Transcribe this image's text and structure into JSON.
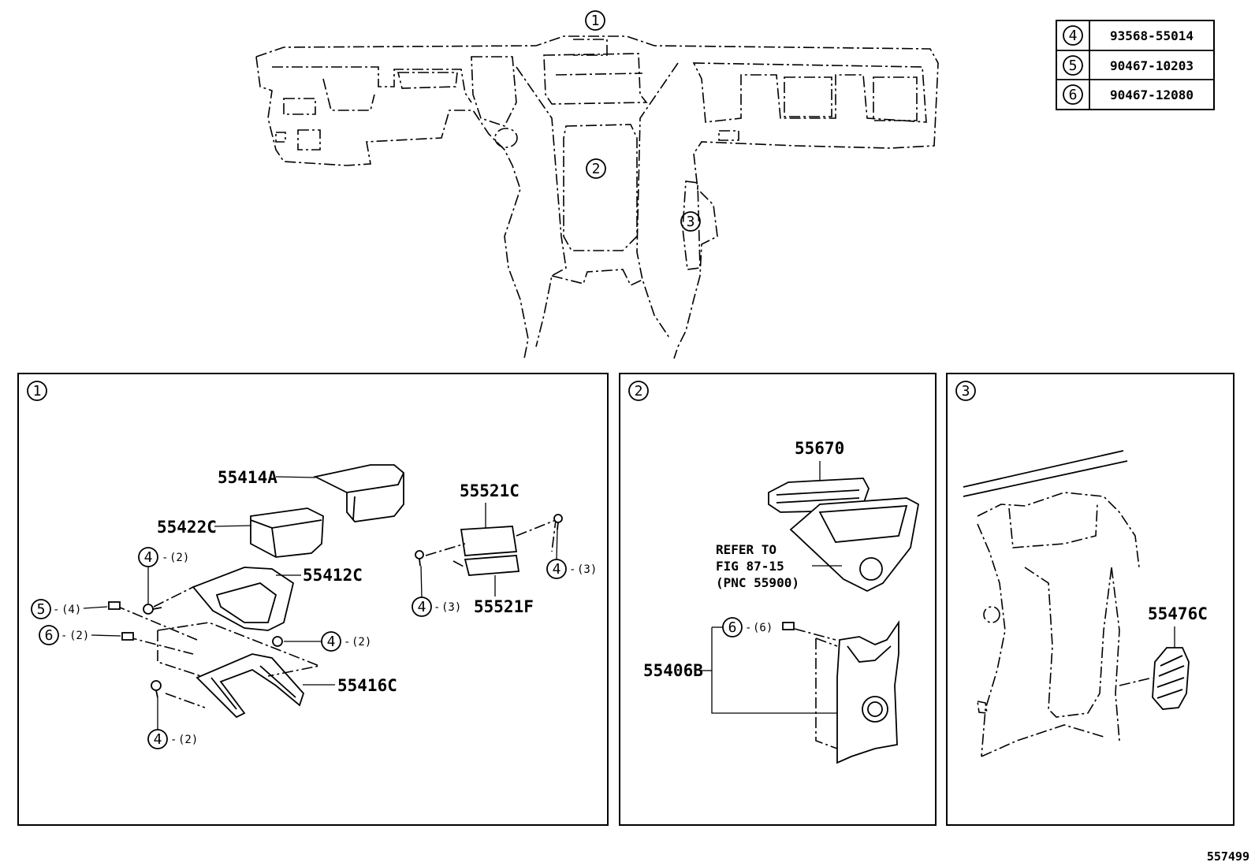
{
  "fastener_table": [
    {
      "ref": "4",
      "part": "93568-55014"
    },
    {
      "ref": "5",
      "part": "90467-10203"
    },
    {
      "ref": "6",
      "part": "90467-12080"
    }
  ],
  "overview": {
    "callouts": [
      "1",
      "2",
      "3"
    ]
  },
  "panel_1": {
    "callout": "1",
    "parts": {
      "p55414A": "55414A",
      "p55422C": "55422C",
      "p55412C": "55412C",
      "p55416C": "55416C",
      "p55521C": "55521C",
      "p55521F": "55521F"
    },
    "fasteners": [
      {
        "ref": "4",
        "qty": "(2)"
      },
      {
        "ref": "5",
        "qty": "(4)"
      },
      {
        "ref": "6",
        "qty": "(2)"
      },
      {
        "ref": "4",
        "qty": "(2)"
      },
      {
        "ref": "4",
        "qty": "(2)"
      },
      {
        "ref": "4",
        "qty": "(3)"
      },
      {
        "ref": "4",
        "qty": "(3)"
      }
    ]
  },
  "panel_2": {
    "callout": "2",
    "parts": {
      "p55670": "55670",
      "p55406B": "55406B"
    },
    "refer_note": [
      "REFER TO",
      "FIG 87-15",
      "(PNC 55900)"
    ],
    "fasteners": [
      {
        "ref": "6",
        "qty": "(6)"
      }
    ]
  },
  "panel_3": {
    "callout": "3",
    "parts": {
      "p55476C": "55476C"
    }
  },
  "figure_id": "557499"
}
